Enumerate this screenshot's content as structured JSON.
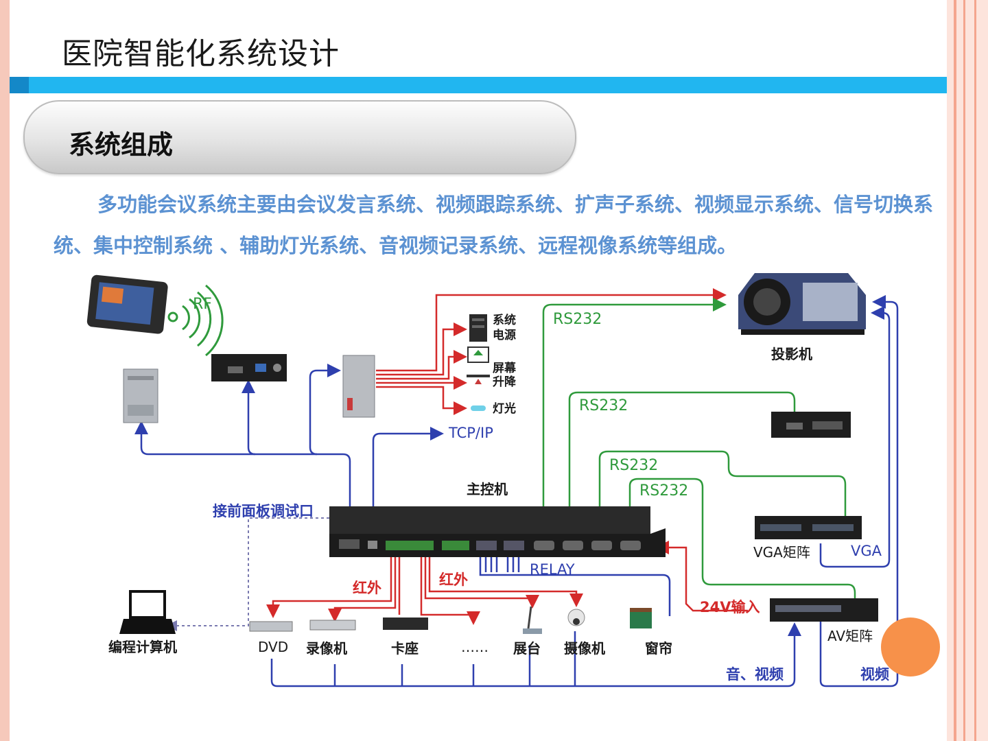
{
  "slide": {
    "title": "医院智能化系统设计",
    "section_title": "系统组成",
    "paragraph": "多功能会议系统主要由会议发言系统、视频跟踪系统、扩声子系统、视频显示系统、信号切换系统、集中控制系统 、辅助灯光系统、音视频记录系统、远程视像系统等组成。"
  },
  "colors": {
    "accent_bar": "#21b6f0",
    "paragraph_text": "#5c92d2",
    "red_line": "#d42a2a",
    "green_line": "#2f9a3c",
    "blue_line": "#2e3fae",
    "orange_circle": "#f7914a",
    "border": "#f6c9bb"
  },
  "diagram": {
    "rf": "RF",
    "rs232_1": "RS232",
    "rs232_2": "RS232",
    "rs232_3": "RS232",
    "rs232_4": "RS232",
    "power_1": "系统",
    "power_2": "电源",
    "screen_1": "屏幕",
    "screen_2": "升降",
    "light": "灯光",
    "tcpip": "TCP/IP",
    "projector": "投影机",
    "main_controller": "主控机",
    "debug_port": "接前面板调试口",
    "vga_matrix": "VGA矩阵",
    "vga": "VGA",
    "relay": "RELAY",
    "infrared_1": "红外",
    "infrared_2": "红外",
    "input_24v": "24V输入",
    "av_matrix": "AV矩阵",
    "programming_pc": "编程计算机",
    "dvd": "DVD",
    "vcr": "录像机",
    "card_deck": "卡座",
    "ellipsis": "……",
    "document_camera": "展台",
    "camera": "摄像机",
    "curtain": "窗帘",
    "audio_video": "音、视频",
    "video": "视频"
  },
  "icons": [
    "touch-panel-icon",
    "rf-signal-icon",
    "rf-receiver-icon",
    "control-box-icon",
    "relay-box-icon",
    "power-rack-icon",
    "screen-lift-icon",
    "light-icon",
    "projector-icon",
    "rs232-device-icon",
    "vga-matrix-icon",
    "av-matrix-icon",
    "main-controller-icon",
    "laptop-icon",
    "dvd-player-icon",
    "vcr-icon",
    "cassette-deck-icon",
    "document-camera-icon",
    "dome-camera-icon",
    "curtain-icon"
  ]
}
